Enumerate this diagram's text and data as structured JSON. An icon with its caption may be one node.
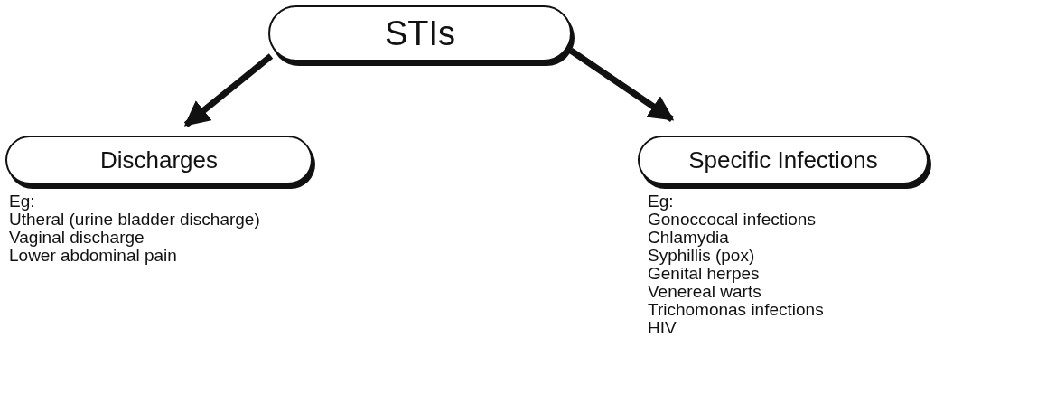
{
  "diagram": {
    "nodes": [
      {
        "text": [
          "STIs"
        ]
      },
      {
        "text": [
          "Discharges"
        ],
        "beside": [
          "Eg:",
          "Utheral (urine bladder discharge)",
          "Vaginal discharge",
          "Lower abdominal pain"
        ]
      },
      {
        "text": [
          "Specific Infections"
        ],
        "beside": [
          "Eg:",
          "Gonoccocal infections",
          "Chlamydia",
          "Syphillis (pox)",
          "Genital herpes",
          "Venereal warts",
          "Trichomonas infections",
          "HIV"
        ]
      }
    ],
    "edges": [
      {
        "from": 0,
        "to": 1,
        "arrow": "to"
      },
      {
        "from": 0,
        "to": 2,
        "arrow": "to"
      }
    ]
  }
}
